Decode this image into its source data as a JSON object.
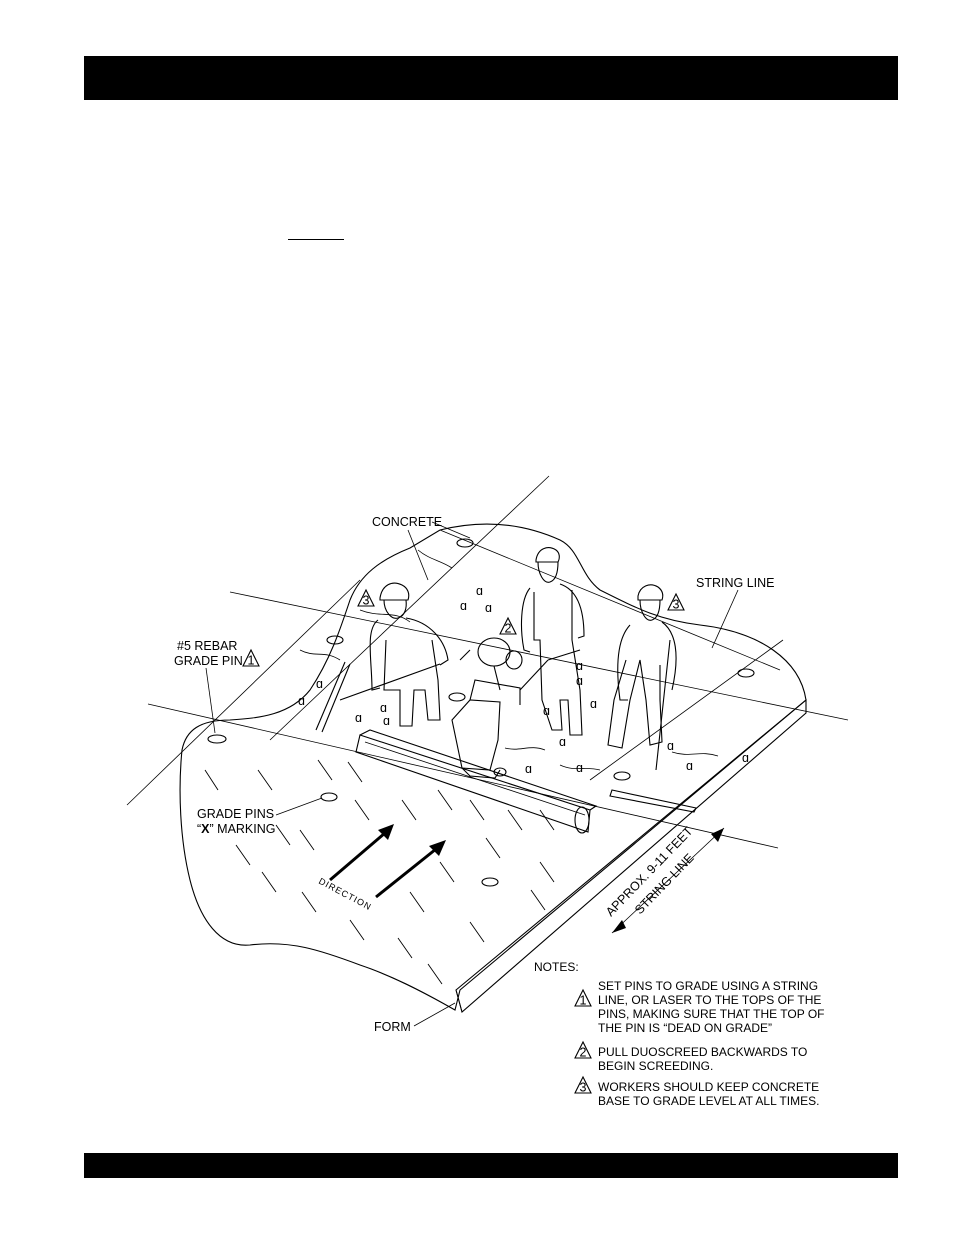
{
  "labels": {
    "concrete": "CONCRETE",
    "string_line": "STRING LINE",
    "rebar_line1": "#5 REBAR",
    "rebar_line2": "GRADE PIN",
    "grade_pins_line1": "GRADE PINS",
    "grade_pins_line2_open": "“",
    "grade_pins_line2_x": "X",
    "grade_pins_line2_rest": "” MARKING",
    "direction": "DIRECTION",
    "approx_line1": "APPROX. 9-11 FEET",
    "approx_line2": "STRING LINE",
    "form": "FORM",
    "notes_title": "NOTES:"
  },
  "callouts": {
    "one": "1",
    "two": "2",
    "three": "3"
  },
  "notes": [
    {
      "number": "1",
      "lines": [
        "SET PINS TO GRADE USING A STRING",
        "LINE, OR LASER TO THE TOPS OF THE",
        "PINS, MAKING SURE THAT THE TOP OF",
        "THE PIN IS “DEAD ON GRADE”"
      ]
    },
    {
      "number": "2",
      "lines": [
        "PULL DUOSCREED BACKWARDS TO",
        "BEGIN SCREEDING."
      ]
    },
    {
      "number": "3",
      "lines": [
        "WORKERS SHOULD KEEP CONCRETE",
        "BASE TO GRADE LEVEL AT ALL TIMES."
      ]
    }
  ]
}
